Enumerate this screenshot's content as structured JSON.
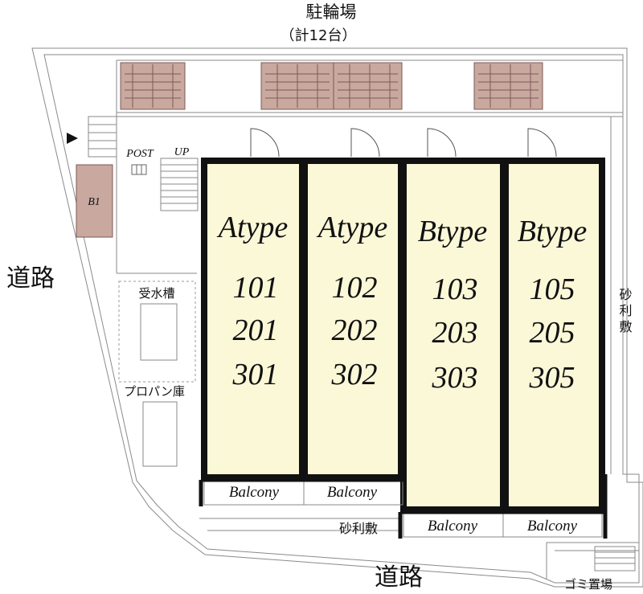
{
  "parking": {
    "title": "駐輪場",
    "count": "（計12台）"
  },
  "roads": {
    "west": "道路",
    "south": "道路"
  },
  "labels": {
    "post": "POST",
    "up": "UP",
    "b1": "B1",
    "water_tank": "受水槽",
    "propane": "プロパン庫",
    "gravel_east": "砂利敷",
    "gravel_south": "砂利敷",
    "garbage": "ゴミ置場"
  },
  "units": [
    {
      "type": "Atype",
      "rooms": [
        "101",
        "201",
        "301"
      ],
      "balcony": "Balcony"
    },
    {
      "type": "Atype",
      "rooms": [
        "102",
        "202",
        "302"
      ],
      "balcony": "Balcony"
    },
    {
      "type": "Btype",
      "rooms": [
        "103",
        "203",
        "303"
      ],
      "balcony": "Balcony"
    },
    {
      "type": "Btype",
      "rooms": [
        "105",
        "205",
        "305"
      ],
      "balcony": "Balcony"
    }
  ],
  "colors": {
    "unit_fill": "#fbf8d8",
    "bike_rack": "#c9a8a0",
    "wall": "#111111"
  }
}
